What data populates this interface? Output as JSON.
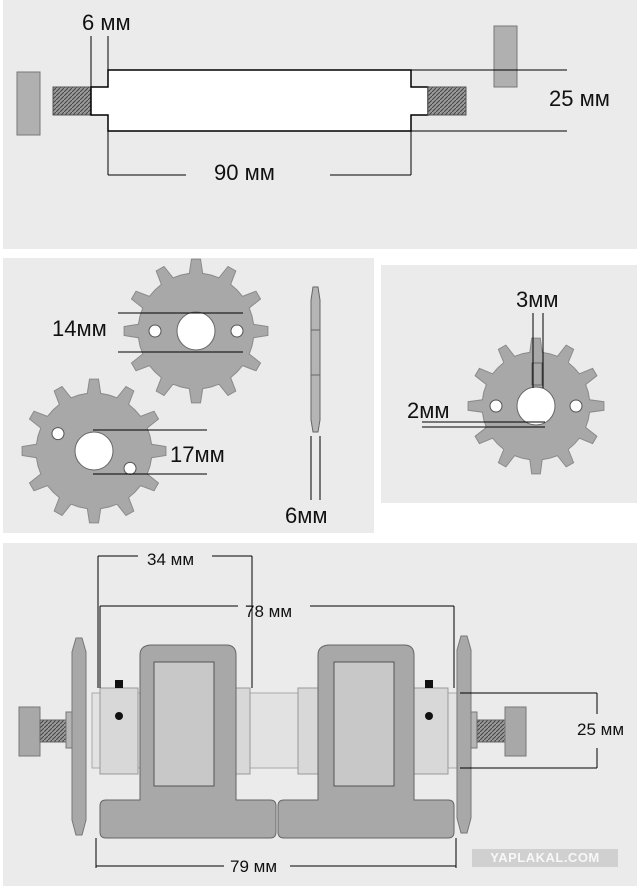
{
  "shaft": {
    "dim_step": "6 мм",
    "dim_diameter": "25 мм",
    "dim_length": "90 мм"
  },
  "sprockets": {
    "dim_hole_spacing_a": "14мм",
    "dim_hole_spacing_b": "17мм",
    "dim_thickness": "6мм"
  },
  "single_sprocket": {
    "dim_key_width": "3мм",
    "dim_key_depth": "2мм"
  },
  "assembly": {
    "dim_a": "34 мм",
    "dim_b": "78 мм",
    "dim_diameter": "25 мм",
    "dim_total": "79 мм"
  },
  "watermark": "YAPLAKAL.COM",
  "colors": {
    "panel": "#ebebeb",
    "part": "#a8a8a8",
    "part_light": "#c9c9c9",
    "line": "#000000"
  }
}
